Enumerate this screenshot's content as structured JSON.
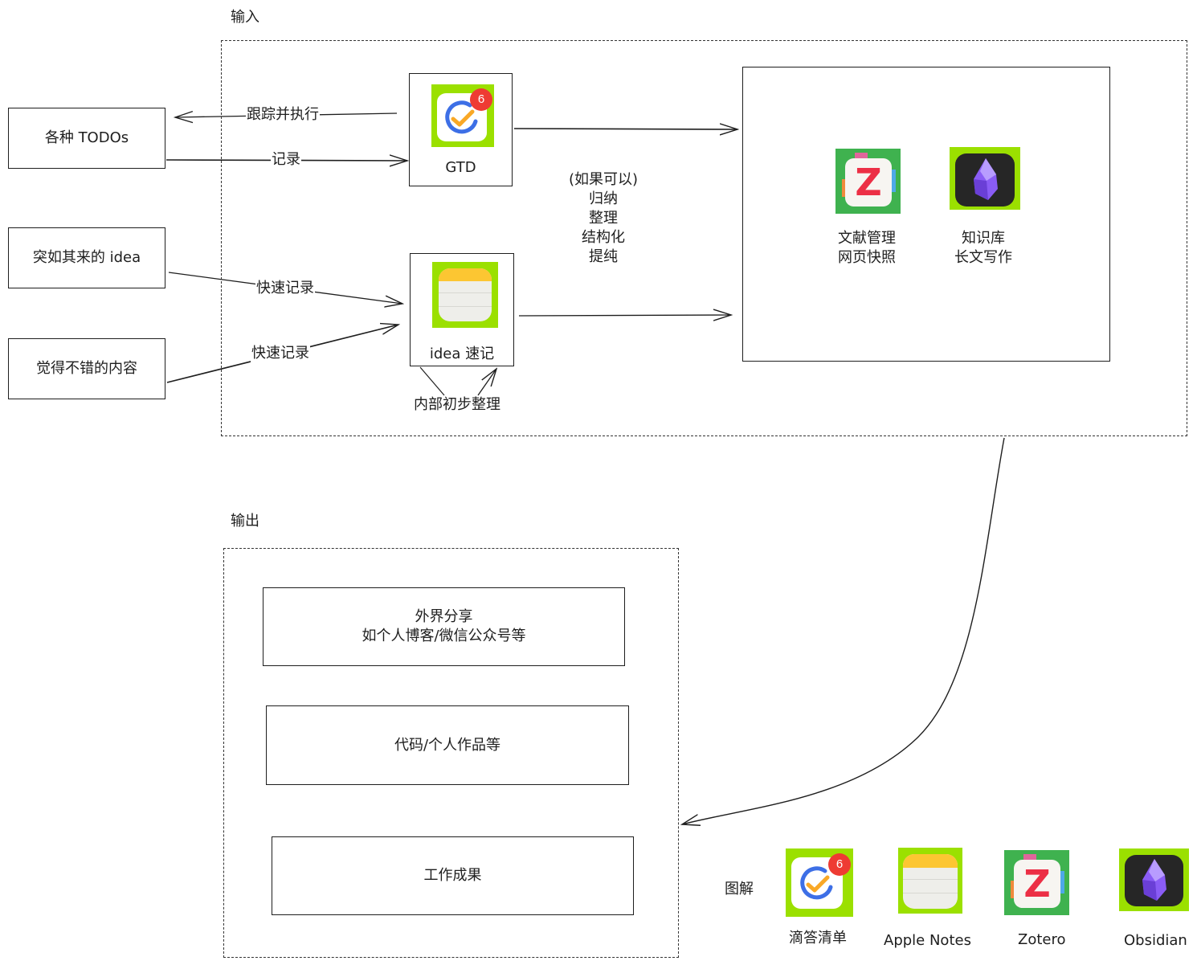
{
  "sections": {
    "input_title": "输入",
    "output_title": "输出",
    "legend_title": "图解"
  },
  "sources": [
    {
      "label": "各种 TODOs"
    },
    {
      "label": "突如其来的 idea"
    },
    {
      "label": "觉得不错的内容"
    }
  ],
  "edges": {
    "track_execute": "跟踪并执行",
    "record": "记录",
    "quick_record_1": "快速记录",
    "quick_record_2": "快速记录",
    "internal_organize": "内部初步整理"
  },
  "tools": {
    "gtd": {
      "label": "GTD",
      "badge": "6"
    },
    "notes": {
      "label": "idea 速记"
    }
  },
  "process_note": {
    "lines": [
      "(如果可以)",
      "归纳",
      "整理",
      "结构化",
      "提纯"
    ]
  },
  "knowledge_box": {
    "zotero_caption": [
      "文献管理",
      "网页快照"
    ],
    "obsidian_caption": [
      "知识库",
      "长文写作"
    ]
  },
  "outputs": [
    {
      "lines": [
        "外界分享",
        "如个人博客/微信公众号等"
      ]
    },
    {
      "lines": [
        "代码/个人作品等"
      ]
    },
    {
      "lines": [
        "工作成果"
      ]
    }
  ],
  "legend": [
    {
      "name": "滴答清单",
      "icon": "ticktick-icon",
      "badge": "6"
    },
    {
      "name": "Apple Notes",
      "icon": "apple-notes-icon"
    },
    {
      "name": "Zotero",
      "icon": "zotero-icon"
    },
    {
      "name": "Obsidian",
      "icon": "obsidian-icon"
    }
  ],
  "colors": {
    "icon_green_bg": "#9be000",
    "zotero_bg": "#3fb24f",
    "badge_red": "#ee3b33",
    "stroke": "#1e1e1e"
  }
}
